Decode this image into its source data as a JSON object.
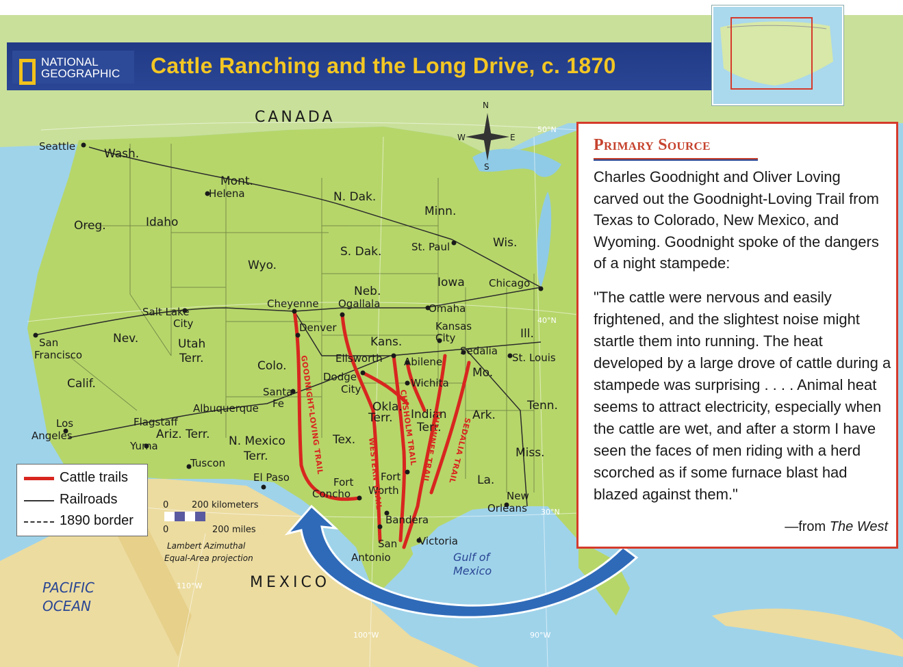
{
  "header": {
    "logo_line1": "NATIONAL",
    "logo_line2": "GEOGRAPHIC",
    "title": "Cattle Ranching and the Long Drive, c. 1870"
  },
  "colors": {
    "land": "#b6d66a",
    "water": "#9fd3ea",
    "mexico": "#ecdca0",
    "trail": "#d8261f",
    "header": "#223b87",
    "title": "#f3c623",
    "arrow": "#2f6ab8"
  },
  "compass": {
    "n": "N",
    "s": "S",
    "e": "E",
    "w": "W"
  },
  "map_labels": {
    "canada": "CANADA",
    "mexico": "MEXICO",
    "pacific_line1": "PACIFIC",
    "pacific_line2": "OCEAN",
    "gulf_line1": "Gulf of",
    "gulf_line2": "Mexico",
    "lat_50": "50°N",
    "lat_40": "40°N",
    "lat_30": "30°N",
    "lon_110": "110°W",
    "lon_100": "100°W",
    "lon_90": "90°W",
    "states": {
      "wash": "Wash.",
      "oreg": "Oreg.",
      "idaho": "Idaho",
      "mont": "Mont.",
      "wyo": "Wyo.",
      "nev": "Nev.",
      "utah": "Utah",
      "utah2": "Terr.",
      "calif": "Calif.",
      "colo": "Colo.",
      "ariz": "Ariz. Terr.",
      "nmex1": "N. Mexico",
      "nmex2": "Terr.",
      "ndak": "N. Dak.",
      "sdak": "S. Dak.",
      "neb": "Neb.",
      "kans": "Kans.",
      "okla1": "Okla.",
      "okla2": "Terr.",
      "indian1": "Indian",
      "indian2": "Terr.",
      "tex": "Tex.",
      "minn": "Minn.",
      "iowa": "Iowa",
      "mo": "Mo.",
      "ark": "Ark.",
      "la": "La.",
      "wis": "Wis.",
      "ill": "Ill.",
      "tenn": "Tenn.",
      "miss": "Miss."
    },
    "cities": {
      "seattle": "Seattle",
      "helena": "Helena",
      "salt1": "Salt Lake",
      "salt2": "City",
      "sanfran1": "San",
      "sanfran2": "Francisco",
      "la1": "Los",
      "la2": "Angeles",
      "yuma": "Yuma",
      "flagstaff": "Flagstaff",
      "tuscon": "Tuscon",
      "albuquerque": "Albuquerque",
      "santafe1": "Santa",
      "santafe2": "Fe",
      "elpaso": "El Paso",
      "denver": "Denver",
      "cheyenne": "Cheyenne",
      "ogallala": "Ogallala",
      "omaha": "Omaha",
      "stpaul": "St. Paul",
      "chicago": "Chicago",
      "kc1": "Kansas",
      "kc2": "City",
      "sedalia": "Sedalia",
      "stlouis": "St. Louis",
      "ellsworth": "Ellsworth",
      "abilene": "Abilene",
      "dodge1": "Dodge",
      "dodge2": "City",
      "wichita": "Wichita",
      "fortworth1": "Fort",
      "fortworth2": "Worth",
      "fortconcho1": "Fort",
      "fortconcho2": "Concho",
      "bandera": "Bandera",
      "sanantonio1": "San",
      "sanantonio2": "Antonio",
      "victoria": "Victoria",
      "neworleans1": "New",
      "neworleans2": "Orleans"
    },
    "trails": {
      "goodnight": "GOODNIGHT-LOVING TRAIL",
      "western": "WESTERN TRAIL",
      "chisholm": "CHISHOLM TRAIL",
      "shawnee": "SHAWNEE TRAIL",
      "sedalia": "SEDALIA TRAIL"
    },
    "scale": {
      "km_zero": "0",
      "km_label": "200 kilometers",
      "mi_zero": "0",
      "mi_label": "200 miles",
      "projection1": "Lambert Azimuthal",
      "projection2": "Equal-Area projection"
    }
  },
  "legend": {
    "items": [
      {
        "label": "Cattle trails",
        "symbol": "cattle-trail"
      },
      {
        "label": "Railroads",
        "symbol": "railroad"
      },
      {
        "label": "1890 border",
        "symbol": "border"
      }
    ]
  },
  "primary_source": {
    "heading": "Primary Source",
    "intro": "Charles Goodnight and Oliver Loving carved out the Goodnight-Loving Trail from Texas to Colorado, New Mexico, and Wyoming. Goodnight spoke of the dangers of a night stampede:",
    "quote": "\"The cattle were nervous and easily frightened, and the slightest noise might startle them into running. The heat developed by a large drove of cattle during a stampede was surprising . . . . Animal heat seems to attract electricity, especially when the cattle are wet, and after a storm I have seen the faces of men riding with a herd scorched as if some furnace blast had blazed against them.\"",
    "cite_prefix": "—from ",
    "cite_title": "The West"
  }
}
